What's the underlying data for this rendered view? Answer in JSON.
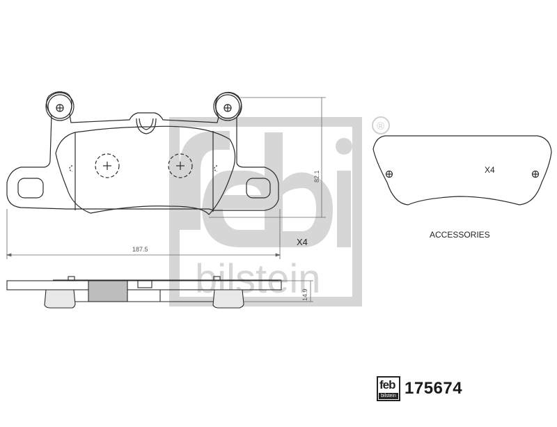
{
  "drawing": {
    "brand_watermark": {
      "top_text": "febi",
      "bottom_text": "bilstein",
      "registered_mark": "®",
      "color": "#d6d6d6"
    },
    "main_view": {
      "width_dimension": "187.5",
      "height_dimension": "82.1",
      "quantity_label": "X4"
    },
    "side_view": {
      "thickness_dimension": "14.9"
    },
    "accessories": {
      "quantity_label": "X4",
      "caption": "ACCESSORIES"
    }
  },
  "footer": {
    "logo_top": "feb",
    "logo_bottom": "bilstein",
    "part_number": "175674"
  },
  "colors": {
    "line": "#2a2a2a",
    "watermark": "#d6d6d6",
    "background": "#ffffff"
  }
}
